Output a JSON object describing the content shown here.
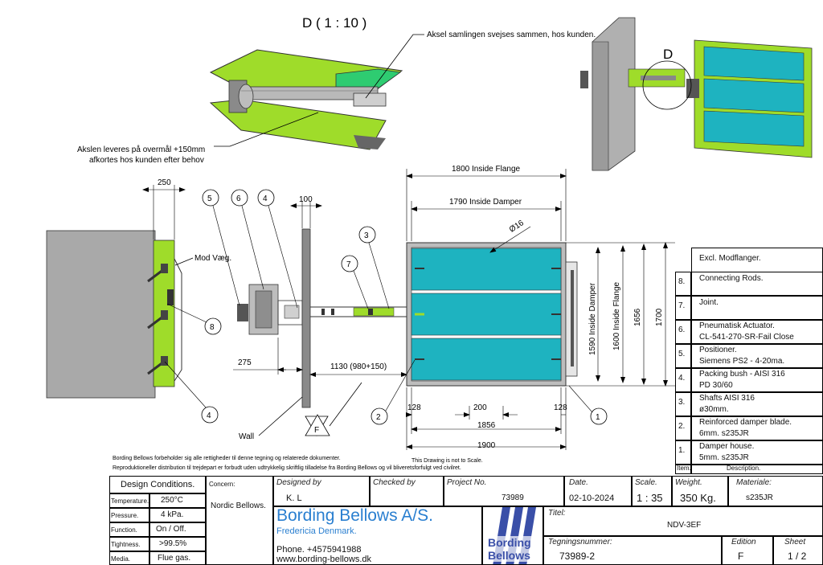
{
  "detail_title": "D ( 1 : 10 )",
  "detail_d_label": "D",
  "notes": {
    "weld": "Aksel samlingen svejses sammen, hos kunden.",
    "shaft_1": "Akslen leveres på overmål +150mm",
    "shaft_2": "afkortes hos kunden efter behov"
  },
  "labels": {
    "mod_vaeg": "Mod Væg.",
    "wall": "Wall",
    "f": "F",
    "scale_note": "This Drawing is not to Scale.",
    "rights_1": "Bording Bellows forbeholder sig alle rettigheder til denne tegning og relaterede dokumenter.",
    "rights_2": "Reproduktioneller distribution til trejdepart er forbudt uden udtrykkelig skriftlig tilladelse fra Bording Bellows og vil bliveretsforfulgt ved civilret."
  },
  "dims": {
    "d250": "250",
    "d100": "100",
    "d275": "275",
    "d1130": "1130 (980+150)",
    "flange_w": "1800 Inside Flange",
    "damper_w": "1790 Inside Damper",
    "dia16": "Ø16",
    "d1590": "1590 Inside Damper",
    "d1600": "1600 Inside Flange",
    "d1656": "1656",
    "d1700": "1700",
    "d128a": "128",
    "d200": "200",
    "d128b": "128",
    "d1856": "1856",
    "d1900": "1900"
  },
  "balloons": [
    "5",
    "6",
    "4",
    "3",
    "7",
    "8",
    "4",
    "2",
    "1"
  ],
  "bom": {
    "rows": [
      {
        "item": "",
        "desc": "Excl. Modflanger."
      },
      {
        "item": "8.",
        "desc": "Connecting Rods."
      },
      {
        "item": "7.",
        "desc": "Joint."
      },
      {
        "item": "6.",
        "desc": "Pneumatisk Actuator.",
        "desc2": "CL-541-270-SR-Fail Close"
      },
      {
        "item": "5.",
        "desc": "Positioner.",
        "desc2": "Siemens PS2 - 4-20ma."
      },
      {
        "item": "4.",
        "desc": "Packing bush - AISI 316",
        "desc2": "PD 30/60"
      },
      {
        "item": "3.",
        "desc": "Shafts AISI 316",
        "desc2": "ø30mm."
      },
      {
        "item": "2.",
        "desc": "Reinforced damper blade.",
        "desc2": "6mm.  s235JR"
      },
      {
        "item": "1.",
        "desc": "Damper house.",
        "desc2": "5mm.  s235JR"
      }
    ],
    "header_item": "Item.",
    "header_desc": "Description."
  },
  "design_conditions": {
    "title": "Design Conditions.",
    "concern_label": "Concern:",
    "concern": "Nordic Bellows.",
    "rows": [
      {
        "label": "Temperature.",
        "value": "250°C"
      },
      {
        "label": "Pressure.",
        "value": "4 kPa."
      },
      {
        "label": "Function.",
        "value": "On / Off."
      },
      {
        "label": "Tightness.",
        "value": ">99.5%"
      },
      {
        "label": "Media.",
        "value": "Flue gas."
      }
    ]
  },
  "title_block": {
    "designed_by_label": "Designed by",
    "designed_by": "K. L",
    "checked_by_label": "Checked by",
    "project_label": "Project No.",
    "project": "73989",
    "date_label": "Date.",
    "date": "02-10-2024",
    "scale_label": "Scale.",
    "scale": "1 : 35",
    "weight_label": "Weight.",
    "weight": "350 Kg.",
    "material_label": "Materiale:",
    "material": "s235JR",
    "company": "Bording Bellows A/S.",
    "city": "Fredericia Denmark.",
    "phone": "Phone. +4575941988",
    "web": "www.bording-bellows.dk",
    "logo_1": "Bording",
    "logo_2": "Bellows",
    "title_label": "Titel:",
    "title": "NDV-3EF",
    "drawing_no_label": "Tegningsnummer:",
    "drawing_no": "73989-2",
    "edition_label": "Edition",
    "edition": "F",
    "sheet_label": "Sheet",
    "sheet": "1 / 2"
  },
  "colors": {
    "teal": "#1eb3c0",
    "green": "#9fdc2a",
    "grey": "#a9a9a9"
  }
}
